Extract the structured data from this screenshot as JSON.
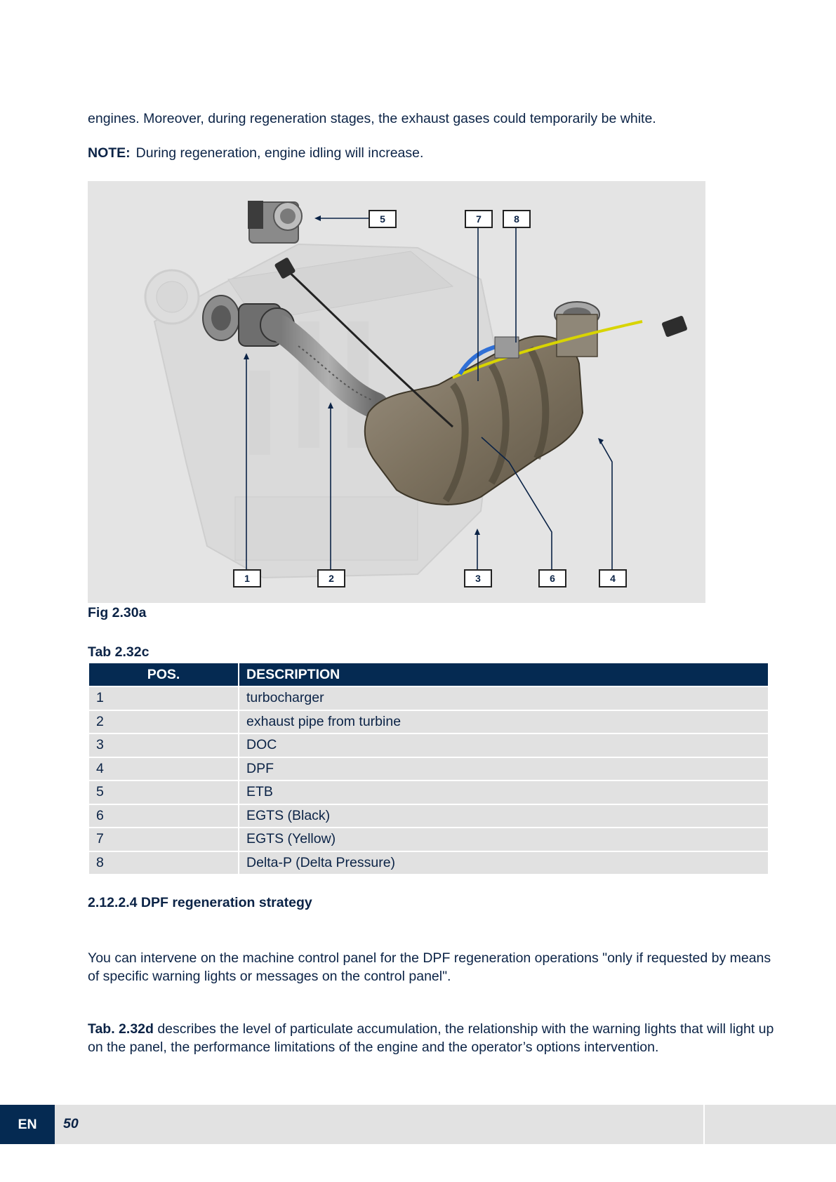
{
  "intro_text": "engines. Moreover, during regeneration stages, the exhaust gases could temporarily be white.",
  "note": {
    "label": "NOTE:",
    "text": "During regeneration, engine idling will increase."
  },
  "figure": {
    "caption": "Fig 2.30a",
    "callouts": [
      "1",
      "2",
      "3",
      "4",
      "5",
      "6",
      "7",
      "8"
    ]
  },
  "table": {
    "caption": "Tab 2.32c",
    "headers": [
      "POS.",
      "DESCRIPTION"
    ],
    "rows": [
      [
        "1",
        "turbocharger"
      ],
      [
        "2",
        "exhaust pipe from turbine"
      ],
      [
        "3",
        "DOC"
      ],
      [
        "4",
        "DPF"
      ],
      [
        "5",
        "ETB"
      ],
      [
        "6",
        "EGTS (Black)"
      ],
      [
        "7",
        "EGTS (Yellow)"
      ],
      [
        "8",
        "Delta-P (Delta Pressure)"
      ]
    ]
  },
  "section_title": "2.12.2.4  DPF regeneration strategy",
  "paragraph1": "You can intervene on the machine control panel for the DPF regeneration operations \"only if requested by means of specific warning lights or messages on the control panel\".",
  "paragraph2": {
    "ref": "Tab. 2.32d",
    "text": " describes the level of particulate accumulation, the relationship with the warning lights that will light up on the panel, the performance limitations of the engine and the operator’s options intervention."
  },
  "footer": {
    "language": "EN",
    "page_number": "50"
  }
}
